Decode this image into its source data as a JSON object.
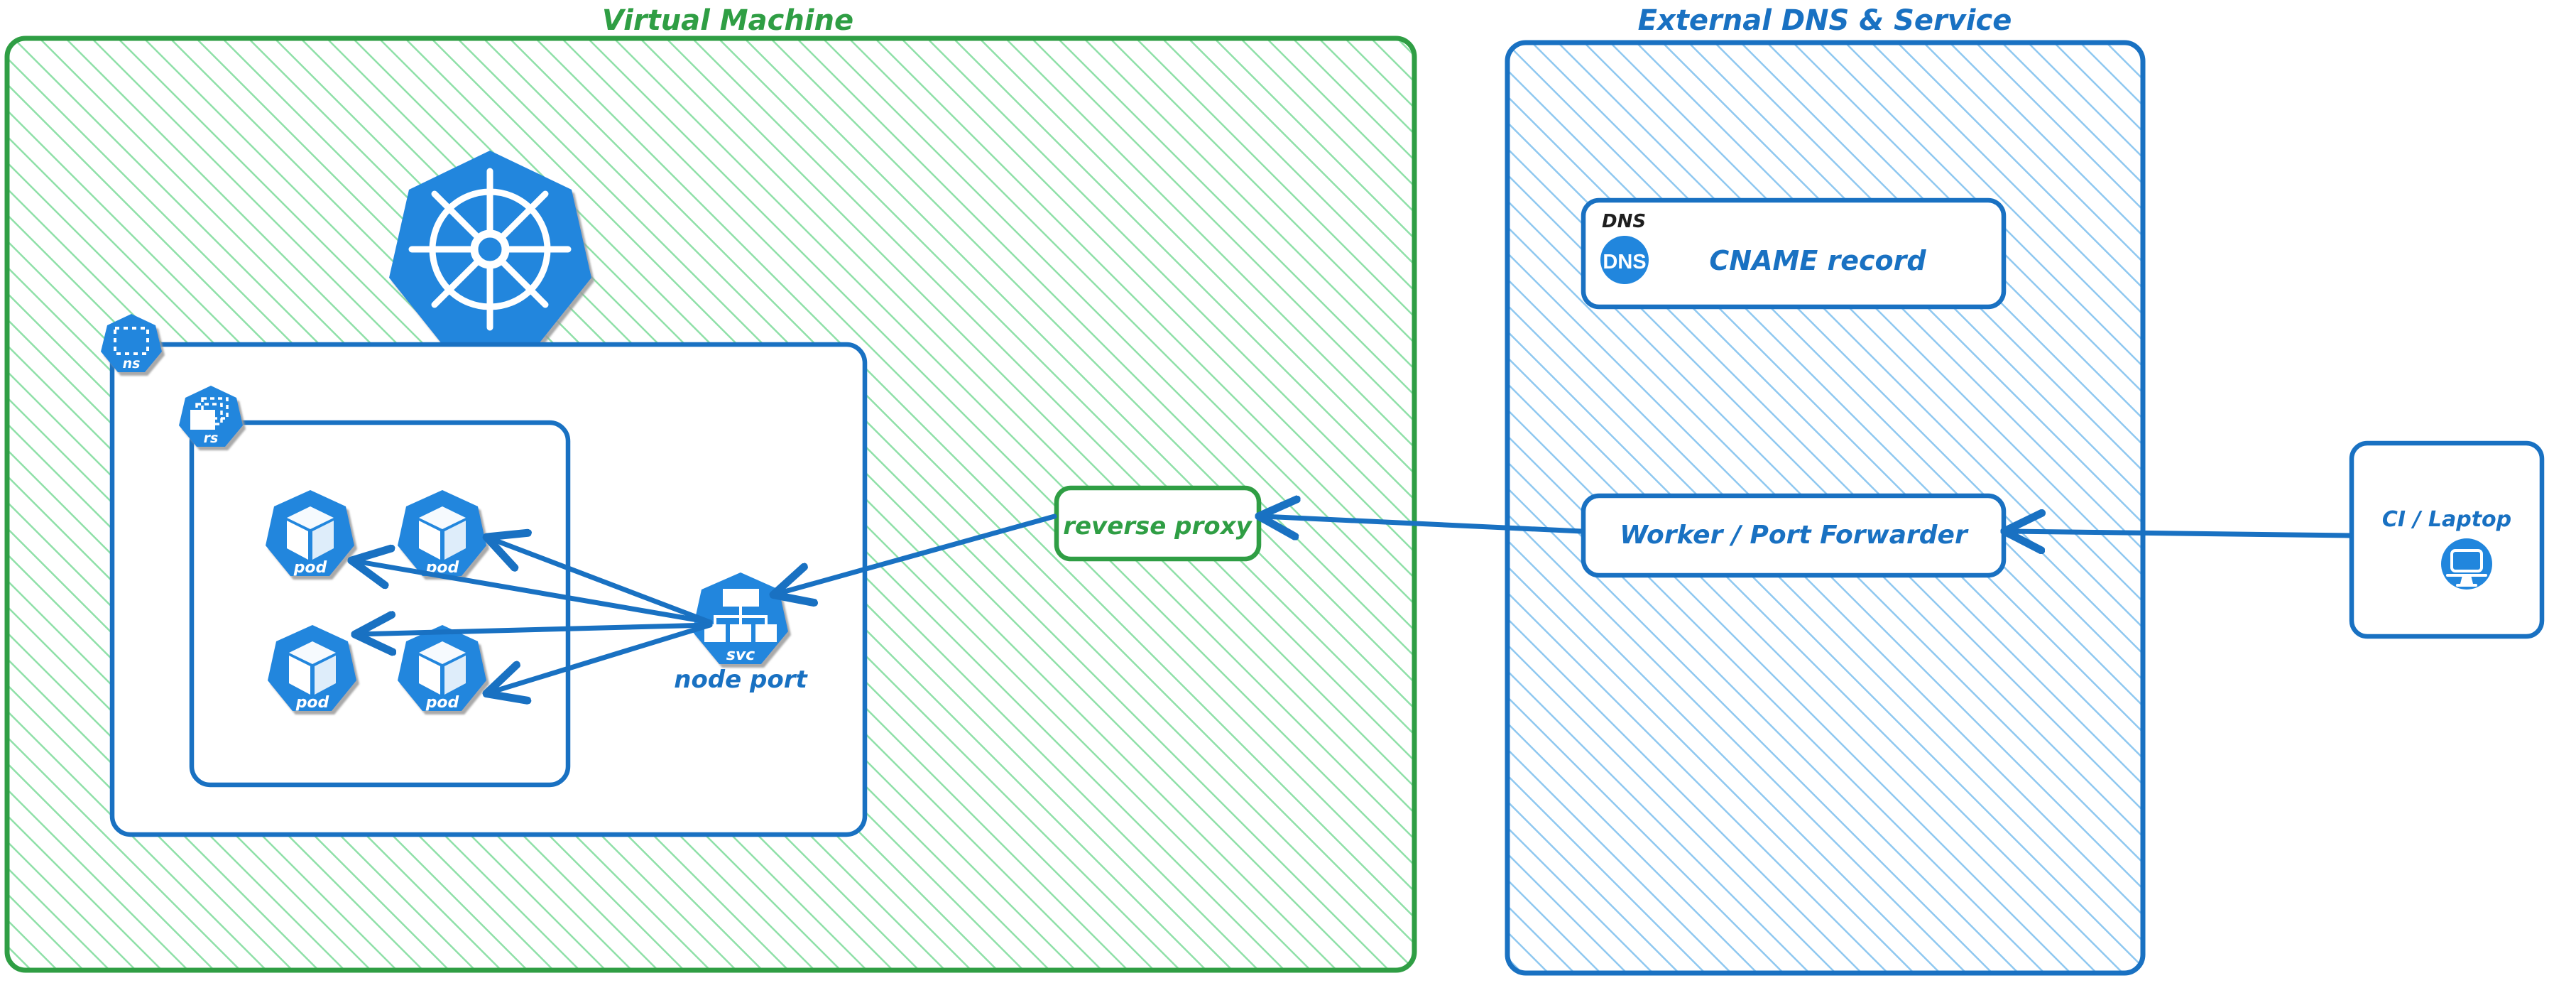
{
  "diagram": {
    "title_left": "Virtual Machine",
    "title_right": "External DNS & Service",
    "colors": {
      "green_stroke": "#2f9e44",
      "green_hatch": "#8fe0a8",
      "green_text": "#2f9e44",
      "blue_stroke": "#1971c2",
      "blue_hatch": "#8fc8f0",
      "blue_text": "#1971c2",
      "k8s_blue": "#2186dd",
      "arrow": "#1971c2",
      "black_text": "#1e1e1e",
      "white": "#ffffff"
    }
  },
  "containers": [
    {
      "name": "virtual-machine",
      "label": "Virtual Machine",
      "style": "green-hatched"
    },
    {
      "name": "external-dns-service",
      "label": "External DNS & Service",
      "style": "blue-hatched"
    }
  ],
  "vm": {
    "k8s_logo_label": "kubernetes-logo",
    "namespace_badge": {
      "label": "ns",
      "icon": "namespace-dashed-square-icon"
    },
    "replicaset_badge": {
      "label": "rs",
      "icon": "replicaset-stacked-boxes-icon"
    },
    "pods": [
      {
        "label": "pod",
        "icon": "pod-cube-icon"
      },
      {
        "label": "pod",
        "icon": "pod-cube-icon"
      },
      {
        "label": "pod",
        "icon": "pod-cube-icon"
      },
      {
        "label": "pod",
        "icon": "pod-cube-icon"
      }
    ],
    "service": {
      "badge_label": "svc",
      "icon": "service-hierarchy-icon",
      "caption": "node port"
    },
    "reverse_proxy": {
      "label": "reverse proxy"
    }
  },
  "external": {
    "dns_card": {
      "tag": "DNS",
      "badge_label": "DNS",
      "title": "CNAME record",
      "icon": "dns-circle-icon"
    },
    "worker_card": {
      "label": "Worker / Port Forwarder"
    }
  },
  "client": {
    "label": "CI / Laptop",
    "icon": "desktop-monitor-icon"
  },
  "connections": [
    {
      "name": "svc-to-pod-1",
      "from": "service",
      "to": "pod-1",
      "direction": "to-pod"
    },
    {
      "name": "svc-to-pod-2",
      "from": "service",
      "to": "pod-2",
      "direction": "to-pod"
    },
    {
      "name": "svc-to-pod-3",
      "from": "service",
      "to": "pod-3",
      "direction": "to-pod"
    },
    {
      "name": "svc-to-pod-4",
      "from": "service",
      "to": "pod-4",
      "direction": "to-pod"
    },
    {
      "name": "reverse-proxy-to-svc",
      "from": "reverse-proxy",
      "to": "service",
      "direction": "left"
    },
    {
      "name": "worker-to-reverse-proxy",
      "from": "worker",
      "to": "reverse-proxy",
      "direction": "left"
    },
    {
      "name": "client-to-worker",
      "from": "ci-laptop",
      "to": "worker",
      "direction": "left"
    }
  ]
}
